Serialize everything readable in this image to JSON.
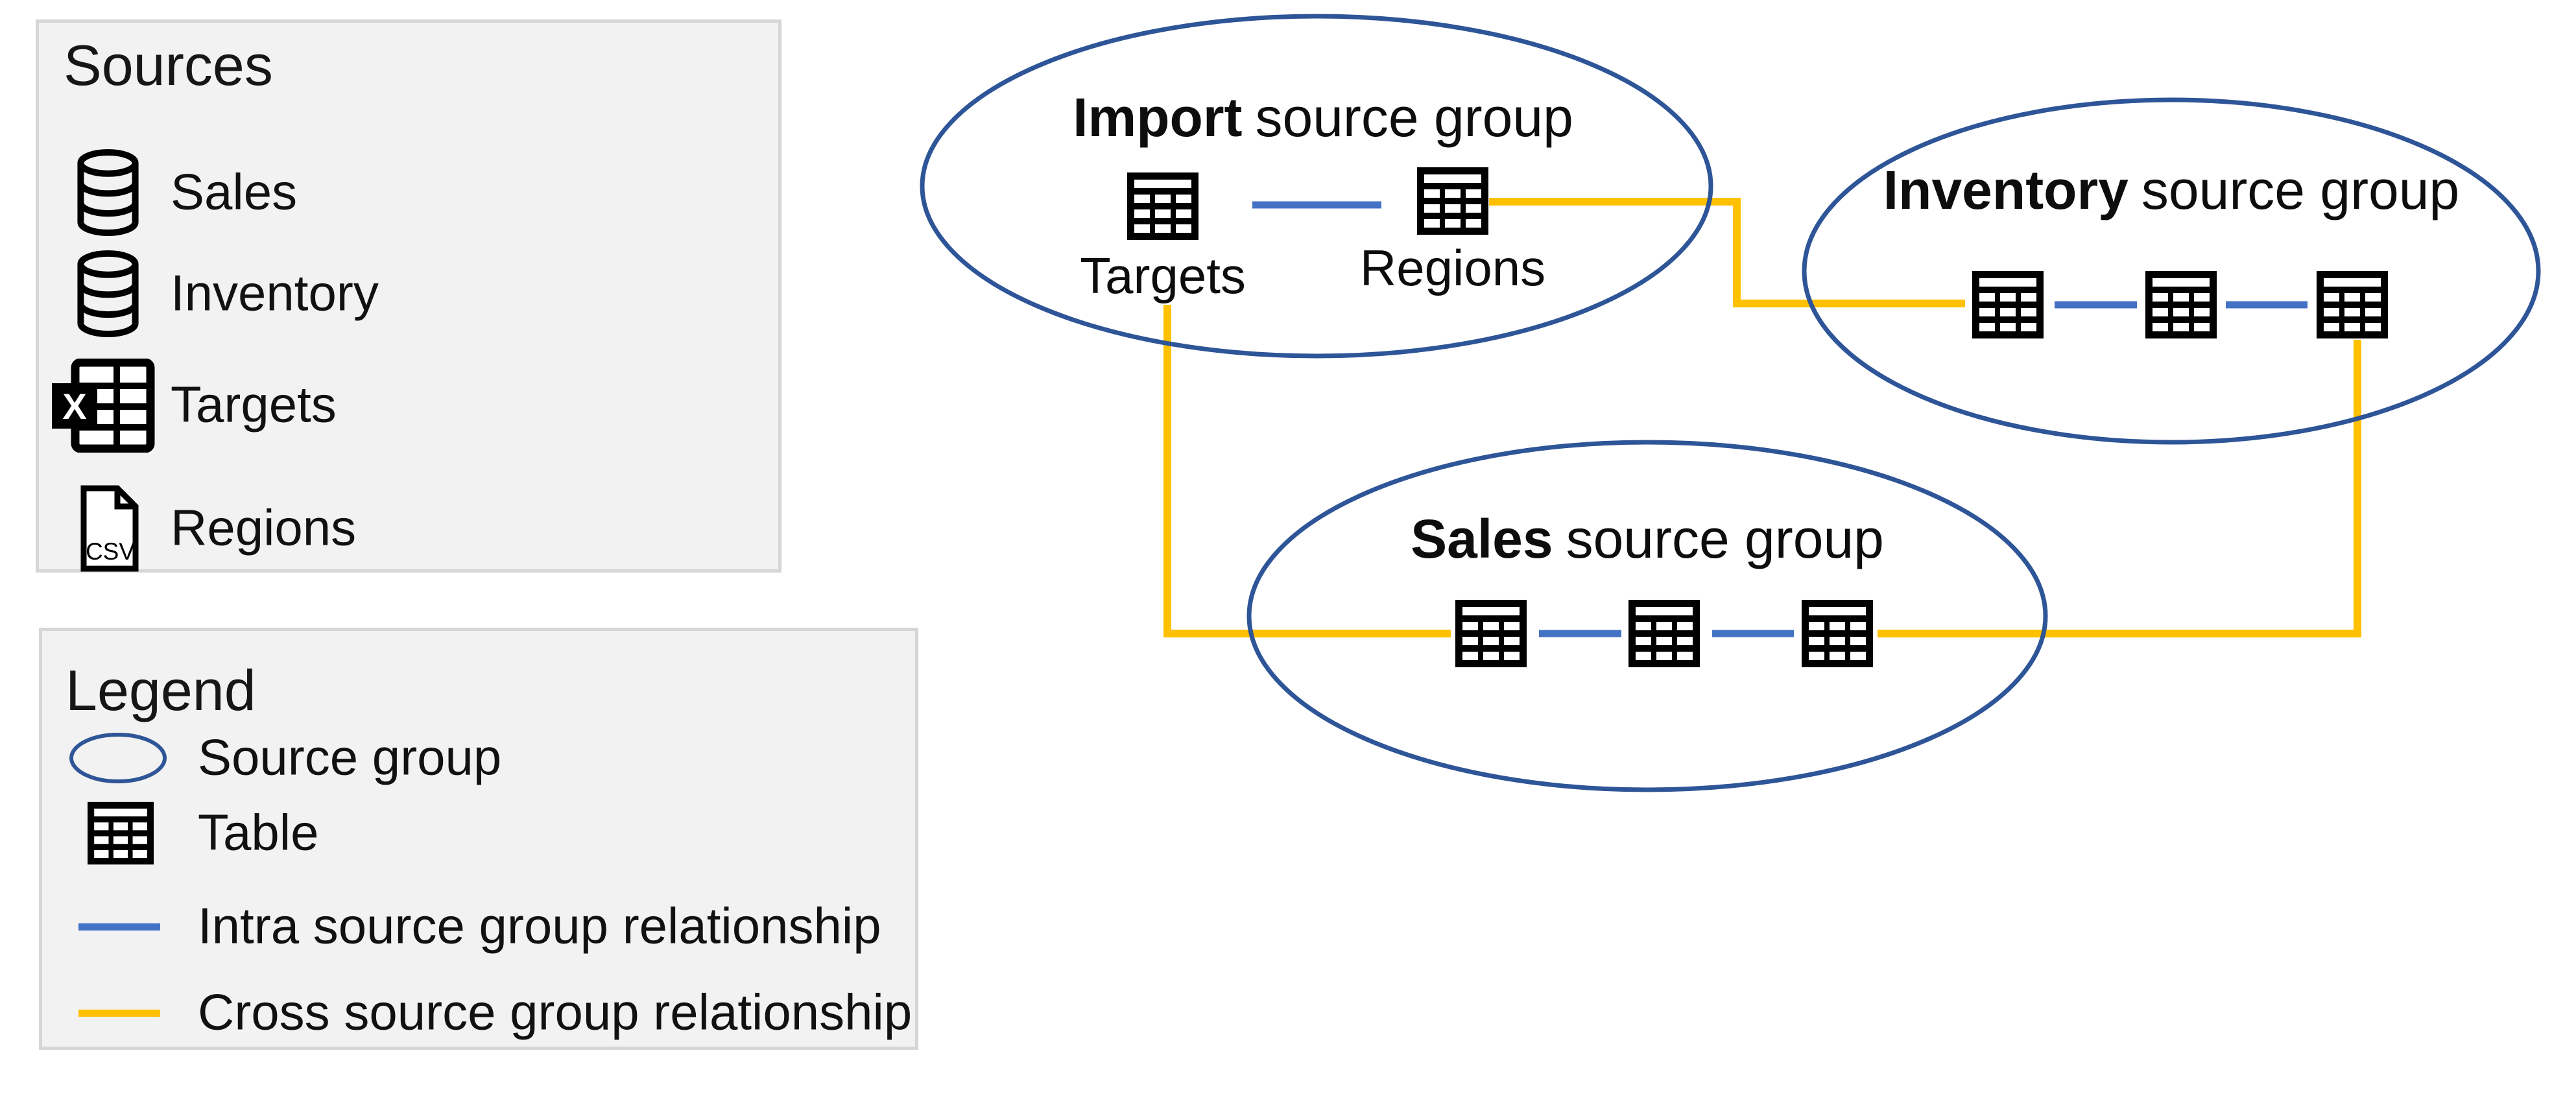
{
  "colors": {
    "intra_relationship": "#4472C4",
    "cross_relationship": "#FFC000",
    "source_group_ellipse": "#2E5597",
    "panel_background": "#F2F2F2",
    "panel_border": "#D6D6D6",
    "icon_black": "#000000"
  },
  "sources_panel": {
    "title": "Sources",
    "items": [
      {
        "icon": "database-icon",
        "label": "Sales"
      },
      {
        "icon": "database-icon",
        "label": "Inventory"
      },
      {
        "icon": "excel-icon",
        "label": "Targets"
      },
      {
        "icon": "csv-file-icon",
        "label": "Regions"
      }
    ]
  },
  "legend_panel": {
    "title": "Legend",
    "items": [
      {
        "icon": "source-group-ellipse-icon",
        "label": "Source group"
      },
      {
        "icon": "table-icon",
        "label": "Table"
      },
      {
        "icon": "intra-line-swatch",
        "label": "Intra source group relationship"
      },
      {
        "icon": "cross-line-swatch",
        "label": "Cross source group relationship"
      }
    ]
  },
  "diagram": {
    "import_group": {
      "bold": "Import",
      "rest": "source group",
      "table_labels": {
        "left": "Targets",
        "right": "Regions"
      },
      "table_count": 2
    },
    "inventory_group": {
      "bold": "Inventory",
      "rest": "source group",
      "table_count": 3
    },
    "sales_group": {
      "bold": "Sales",
      "rest": "source group",
      "table_count": 3
    },
    "excel_icon_text": "X",
    "csv_icon_text": "CSV"
  }
}
